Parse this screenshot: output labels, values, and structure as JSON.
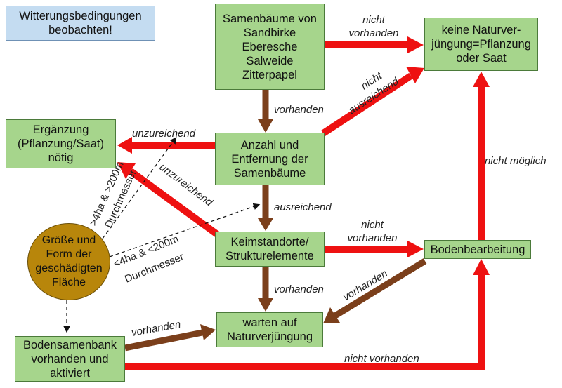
{
  "colors": {
    "arrow_red": "#ee1111",
    "arrow_brown": "#7b3f1b",
    "box_fill": "#a6d58c",
    "box_border": "#4b7a3a",
    "note_fill": "#c4dcf1",
    "circle_fill": "#b8860b"
  },
  "nodes": {
    "weather": "Witterungsbedingungen\nbeobachten!",
    "seed_trees": "Samenbäume von\nSandbirke\nEberesche\nSalweide\nZitterpapel",
    "no_natural": "keine Naturver-\njüngung=Pflanzung\noder Saat",
    "supplement": "Ergänzung\n(Pflanzung/Saat)\nnötig",
    "number": "Anzahl und\nEntfernung der\nSamenbäume",
    "germ_sites": "Keimstandorte/\nStrukturelemente",
    "soil_work": "Bodenbearbeitung",
    "wait": "warten auf\nNaturverjüngung",
    "seed_bank": "Bodensamenbank\nvorhanden und\naktiviert",
    "area": "Größe und\nForm der\ngeschädigten\nFläche"
  },
  "labels": {
    "nicht_vorhanden_top_1": "nicht",
    "nicht_vorhanden_top_2": "vorhanden",
    "vorhanden_1": "vorhanden",
    "nicht_ausreichend_1": "nicht",
    "nicht_ausreichend_2": "ausreichend",
    "unzureichend_1": "unzureichend",
    "unzureichend_2": "unzureichend",
    "ausreichend": "ausreichend",
    "nicht_moeglich": "nicht möglich",
    "nicht_vorhanden_mid_1": "nicht",
    "nicht_vorhanden_mid_2": "vorhanden",
    "vorhanden_2": "vorhanden",
    "vorhanden_3": "vorhanden",
    "vorhanden_4": "vorhanden",
    "nicht_vorhanden_bottom": "nicht vorhanden",
    "large_area_1": ">4ha & >200m",
    "large_area_2": "Durchmesser",
    "small_area_1": "<4ha & <200m",
    "small_area_2": "Durchmesser"
  }
}
